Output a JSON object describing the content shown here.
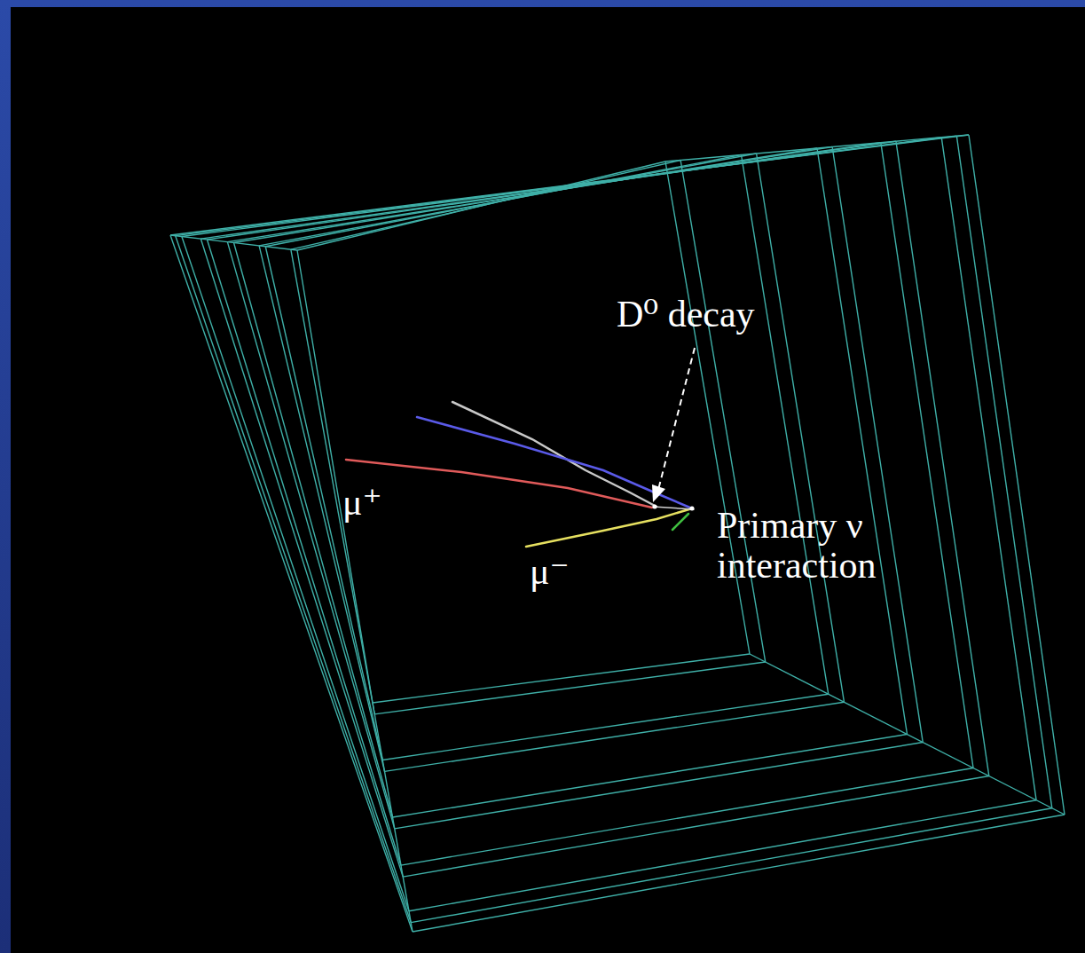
{
  "diagram": {
    "labels": [
      "D⁰ decay",
      "μ⁺",
      "μ⁻",
      "Primary ν interaction"
    ]
  }
}
